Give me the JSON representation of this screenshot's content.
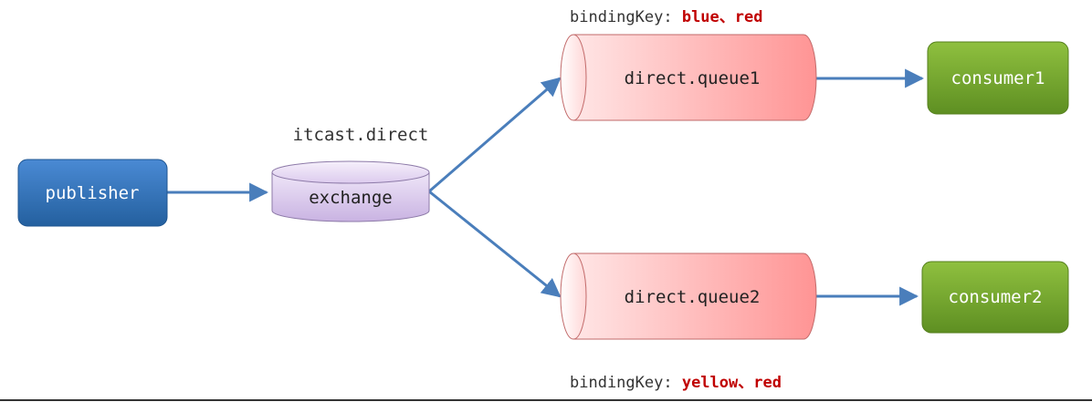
{
  "exchange": {
    "name": "itcast.direct",
    "label": "exchange"
  },
  "publisher": {
    "label": "publisher"
  },
  "queues": [
    {
      "label": "direct.queue1",
      "binding_prefix": "bindingKey: ",
      "binding_keys": "blue、red"
    },
    {
      "label": "direct.queue2",
      "binding_prefix": "bindingKey: ",
      "binding_keys": "yellow、red"
    }
  ],
  "consumers": [
    {
      "label": "consumer1"
    },
    {
      "label": "consumer2"
    }
  ],
  "colors": {
    "publisher": "#2f6fb8",
    "exchange": "#d6c4ea",
    "queue": "#ff9a9a",
    "consumer": "#7fae2e",
    "arrow": "#4a7ebb",
    "binding_key": "#c00000"
  }
}
